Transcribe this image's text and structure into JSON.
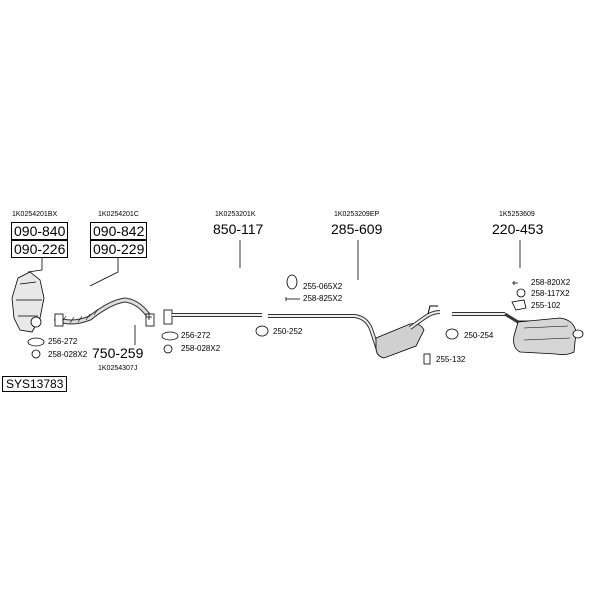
{
  "refs": {
    "r1": "1K0254201BX",
    "r2": "1K0254201C",
    "r3": "1K0253201K",
    "r4": "1K0253209EP",
    "r5": "1K5253609",
    "r6": "1K0254307J"
  },
  "boxes": {
    "b1": "090-840",
    "b2": "090-226",
    "b3": "090-842",
    "b4": "090-229"
  },
  "parts": {
    "p1": "850-117",
    "p2": "285-609",
    "p3": "220-453",
    "p4": "750-259"
  },
  "small": {
    "s1": "256-272",
    "s2": "258-028X2",
    "s3": "256-272",
    "s4": "258-028X2",
    "s5": "250-252",
    "s6": "255-065X2",
    "s7": "258-825X2",
    "s8": "255-132",
    "s9": "250-254",
    "s10": "258-820X2",
    "s11": "258-117X2",
    "s12": "255-102"
  },
  "system_id": "SYS13783"
}
